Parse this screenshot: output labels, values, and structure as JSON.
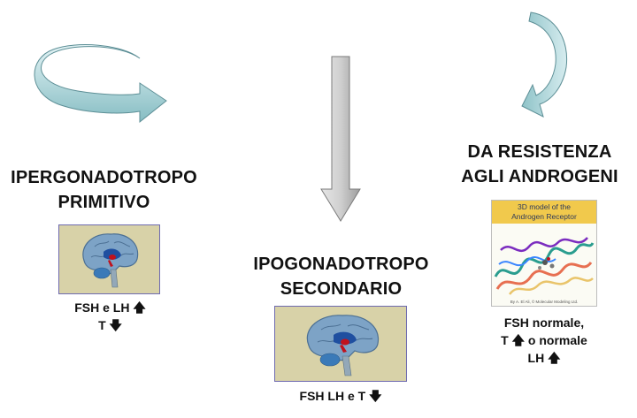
{
  "left": {
    "title_line1": "IPERGONADOTROPO",
    "title_line2": "PRIMITIVO",
    "caption_line1": "FSH e LH",
    "caption_line2": "T",
    "caption_line1_arrow": "up",
    "caption_line2_arrow": "down"
  },
  "center": {
    "title_line1": "IPOGONADOTROPO",
    "title_line2": "SECONDARIO",
    "caption_line1": "FSH LH e T",
    "caption_line1_arrow": "down"
  },
  "right": {
    "title_line1": "DA RESISTENZA",
    "title_line2": "AGLI ANDROGENI",
    "caption_line1": "FSH normale,",
    "caption_line2a": "T",
    "caption_line2b": "o normale",
    "caption_line3": "LH",
    "caption_line2_arrow": "up",
    "caption_line3_arrow": "up",
    "figure_title_line1": "3D model of the",
    "figure_title_line2": "Androgen Receptor",
    "figure_credit": "By A. El Ali, © Molecular Modeling Ltd."
  },
  "colors": {
    "arrow_fill_top": "#d6ecef",
    "arrow_fill_bottom": "#8fc3c8",
    "arrow_stroke": "#5d8f96",
    "down_arrow_fill": "#bfbfbf",
    "down_arrow_stroke": "#7a7a7a",
    "brain_box_bg": "#d8d2a8",
    "figure_header": "#f1c94c"
  },
  "icons": {
    "up": "bold-up-arrow-icon",
    "down": "bold-down-arrow-icon",
    "brain": "brain-sagittal-illustration",
    "cycle": "curved-cycle-arrow-icon"
  }
}
